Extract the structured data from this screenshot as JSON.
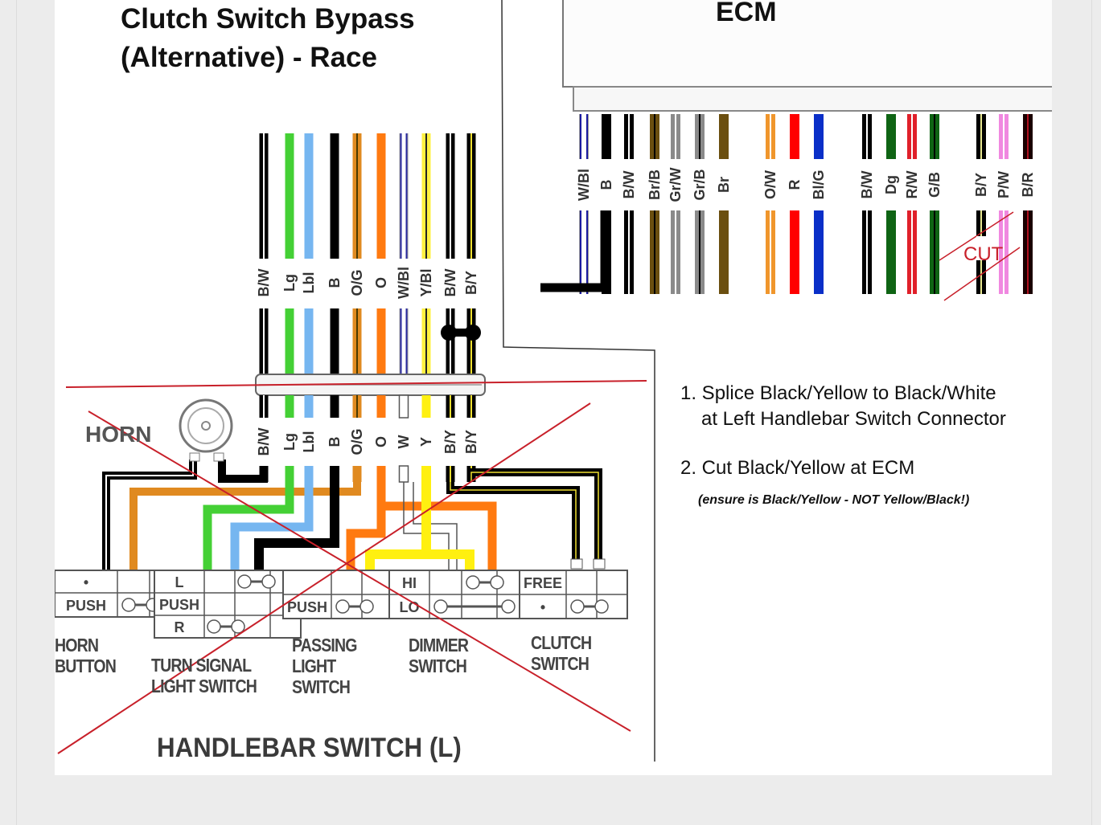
{
  "title": {
    "line1": "Clutch Switch Bypass",
    "line2": "(Alternative)   -  Race"
  },
  "ecm": {
    "label": "ECM",
    "wires": [
      {
        "code": "W/Bl",
        "main": "#ffffff",
        "stripe": "#1a1aa0",
        "pattern": "double"
      },
      {
        "code": "B",
        "main": "#000000",
        "stripe": null,
        "pattern": "solid"
      },
      {
        "code": "B/W",
        "main": "#000000",
        "stripe": "#ffffff",
        "pattern": "double"
      },
      {
        "code": "Br/B",
        "main": "#6b4f10",
        "stripe": "#000000",
        "pattern": "center"
      },
      {
        "code": "Gr/W",
        "main": "#8a8a8a",
        "stripe": "#ffffff",
        "pattern": "double"
      },
      {
        "code": "Gr/B",
        "main": "#8a8a8a",
        "stripe": "#000000",
        "pattern": "center"
      },
      {
        "code": "Br",
        "main": "#6b4f10",
        "stripe": null,
        "pattern": "solid"
      },
      {
        "code": "O/W",
        "main": "#f0962c",
        "stripe": "#ffffff",
        "pattern": "double"
      },
      {
        "code": "R",
        "main": "#ff0000",
        "stripe": null,
        "pattern": "solid"
      },
      {
        "code": "Bl/G",
        "main": "#0a2fc8",
        "stripe": null,
        "pattern": "solid"
      },
      {
        "code": "B/W",
        "main": "#000000",
        "stripe": "#ffffff",
        "pattern": "double"
      },
      {
        "code": "Dg",
        "main": "#0f6414",
        "stripe": null,
        "pattern": "solid"
      },
      {
        "code": "R/W",
        "main": "#e0202a",
        "stripe": "#ffffff",
        "pattern": "double"
      },
      {
        "code": "G/B",
        "main": "#0f6414",
        "stripe": "#000000",
        "pattern": "center"
      },
      {
        "code": "B/Y",
        "main": "#000000",
        "stripe": "#e8e890",
        "pattern": "center"
      },
      {
        "code": "P/W",
        "main": "#f088e0",
        "stripe": "#ffffff",
        "pattern": "double"
      },
      {
        "code": "B/R",
        "main": "#1a0000",
        "stripe": "#b01020",
        "pattern": "center"
      }
    ],
    "cut_label": "CUT",
    "cut_wire": "B/Y"
  },
  "handlebar": {
    "upper_wires": [
      {
        "code": "B/W",
        "main": "#000000",
        "stripe": "#ffffff",
        "pattern": "double"
      },
      {
        "code": "Lg",
        "main": "#44d035",
        "stripe": null,
        "pattern": "solid"
      },
      {
        "code": "Lbl",
        "main": "#76b6f0",
        "stripe": null,
        "pattern": "solid"
      },
      {
        "code": "B",
        "main": "#000000",
        "stripe": null,
        "pattern": "solid"
      },
      {
        "code": "O/G",
        "main": "#e08a20",
        "stripe": "#4a3a00",
        "pattern": "center"
      },
      {
        "code": "O",
        "main": "#ff7a10",
        "stripe": null,
        "pattern": "solid"
      },
      {
        "code": "W/Bl",
        "main": "#ffffff",
        "stripe": "#2a2aa0",
        "pattern": "double"
      },
      {
        "code": "Y/Bl",
        "main": "#fff040",
        "stripe": "#222222",
        "pattern": "center"
      },
      {
        "code": "B/W",
        "main": "#000000",
        "stripe": "#ffffff",
        "pattern": "double"
      },
      {
        "code": "B/Y",
        "main": "#000000",
        "stripe": "#f0e030",
        "pattern": "center"
      }
    ],
    "lower_wires": [
      {
        "code": "B/W",
        "main": "#000000",
        "stripe": "#ffffff",
        "pattern": "double"
      },
      {
        "code": "Lg",
        "main": "#44d035",
        "stripe": null,
        "pattern": "solid"
      },
      {
        "code": "Lbl",
        "main": "#76b6f0",
        "stripe": null,
        "pattern": "solid"
      },
      {
        "code": "B",
        "main": "#000000",
        "stripe": null,
        "pattern": "solid"
      },
      {
        "code": "O/G",
        "main": "#e08a20",
        "stripe": "#4a3a00",
        "pattern": "center"
      },
      {
        "code": "O",
        "main": "#ff7a10",
        "stripe": null,
        "pattern": "solid"
      },
      {
        "code": "W",
        "main": "#ffffff",
        "stripe": "#555555",
        "pattern": "outline"
      },
      {
        "code": "Y",
        "main": "#fff010",
        "stripe": null,
        "pattern": "solid"
      },
      {
        "code": "B/Y",
        "main": "#000000",
        "stripe": "#f0e030",
        "pattern": "center"
      },
      {
        "code": "B/Y",
        "main": "#000000",
        "stripe": "#f0e030",
        "pattern": "center"
      }
    ],
    "splice": {
      "from": "B/W",
      "to": "B/Y"
    },
    "horn_label": "HORN",
    "title": "HANDLEBAR SWITCH (L)",
    "switches": [
      {
        "name": "horn-button",
        "label_lines": [
          "HORN",
          "BUTTON"
        ],
        "rows": [
          "•",
          "PUSH"
        ]
      },
      {
        "name": "turn-signal-light-switch",
        "label_lines": [
          "TURN SIGNAL",
          "LIGHT SWITCH"
        ],
        "rows": [
          "L",
          "PUSH",
          "R"
        ]
      },
      {
        "name": "passing-light-switch",
        "label_lines": [
          "PASSING",
          "LIGHT",
          "SWITCH"
        ],
        "rows": [
          "",
          "PUSH"
        ]
      },
      {
        "name": "dimmer-switch",
        "label_lines": [
          "DIMMER",
          "SWITCH"
        ],
        "rows": [
          "HI",
          "LO"
        ]
      },
      {
        "name": "clutch-switch",
        "label_lines": [
          "CLUTCH",
          "SWITCH"
        ],
        "rows": [
          "FREE",
          "•"
        ]
      }
    ]
  },
  "instructions": {
    "step1_line1": "1. Splice Black/Yellow to Black/White",
    "step1_line2": "at Left Handlebar Switch Connector",
    "step2": "2. Cut Black/Yellow at ECM",
    "note": "(ensure is Black/Yellow - NOT Yellow/Black!)"
  },
  "colors": {
    "cross_out": "#c8202a",
    "label_gray": "#444444"
  }
}
